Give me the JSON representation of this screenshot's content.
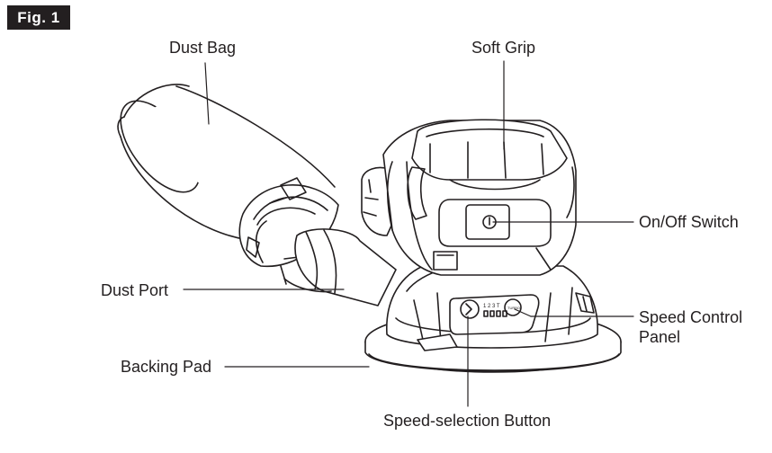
{
  "figure": {
    "badge": "Fig. 1"
  },
  "labels": {
    "dust_bag": "Dust Bag",
    "soft_grip": "Soft Grip",
    "on_off_switch": "On/Off Switch",
    "dust_port": "Dust Port",
    "speed_control_panel_line1": "Speed Control",
    "speed_control_panel_line2": "Panel",
    "backing_pad": "Backing Pad",
    "speed_selection_button": "Speed-selection Button"
  },
  "panel": {
    "speed_digits": "1 2 3 T",
    "turbo_badge": "TURBO"
  },
  "colors": {
    "line": "#231f20",
    "background": "#ffffff",
    "badge_bg": "#231f20",
    "badge_text": "#ffffff"
  }
}
